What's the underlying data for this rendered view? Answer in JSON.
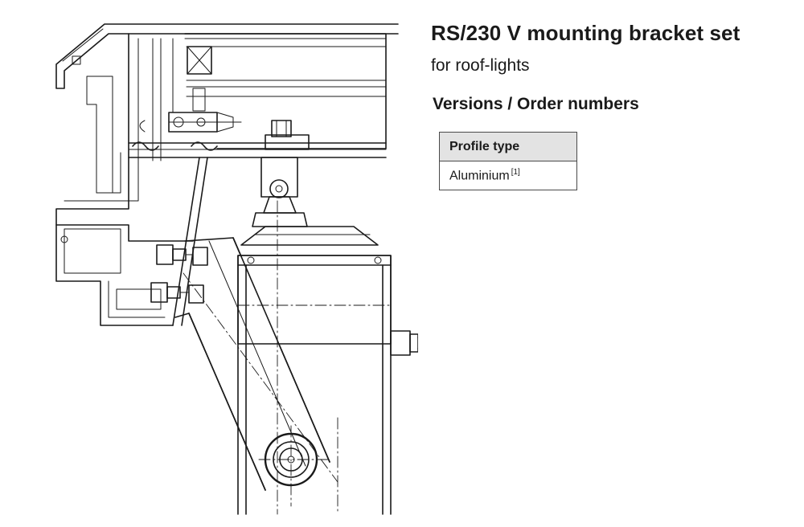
{
  "document": {
    "title": "RS/230 V mounting bracket set",
    "subtitle": "for roof-lights",
    "section_heading": "Versions / Order numbers"
  },
  "order_table": {
    "header": "Profile type",
    "rows": [
      {
        "label": "Aluminium",
        "footnote": "[1]"
      }
    ]
  }
}
